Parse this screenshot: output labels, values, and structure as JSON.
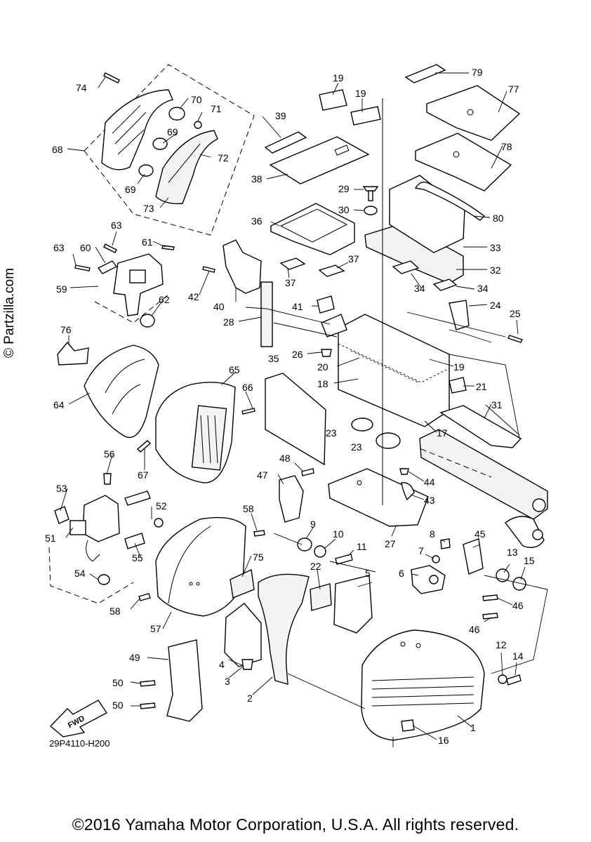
{
  "watermark": "© Partzilla.com",
  "fwd_label": "FWD",
  "ref_code": "29P4110-H200",
  "copyright": "©2016 Yamaha Motor Corporation, U.S.A. All rights reserved.",
  "callouts": {
    "c1": "1",
    "c2": "2",
    "c3": "3",
    "c4": "4",
    "c5": "5",
    "c6": "6",
    "c7": "7",
    "c8": "8",
    "c9": "9",
    "c10": "10",
    "c11": "11",
    "c12": "12",
    "c13": "13",
    "c14": "14",
    "c15": "15",
    "c16": "16",
    "c17": "17",
    "c18": "18",
    "c19a": "19",
    "c19b": "19",
    "c19c": "19",
    "c20": "20",
    "c21": "21",
    "c22": "22",
    "c23a": "23",
    "c23b": "23",
    "c24": "24",
    "c25": "25",
    "c26": "26",
    "c27": "27",
    "c28": "28",
    "c29": "29",
    "c30": "30",
    "c31": "31",
    "c32": "32",
    "c33": "33",
    "c34a": "34",
    "c34b": "34",
    "c35": "35",
    "c36": "36",
    "c37a": "37",
    "c37b": "37",
    "c38": "38",
    "c39": "39",
    "c40": "40",
    "c41": "41",
    "c42": "42",
    "c43": "43",
    "c44": "44",
    "c45": "45",
    "c46a": "46",
    "c46b": "46",
    "c47": "47",
    "c48": "48",
    "c49": "49",
    "c50a": "50",
    "c50b": "50",
    "c51": "51",
    "c52": "52",
    "c53": "53",
    "c54": "54",
    "c55": "55",
    "c56": "56",
    "c57": "57",
    "c58a": "58",
    "c58b": "58",
    "c59": "59",
    "c60": "60",
    "c61": "61",
    "c62": "62",
    "c63a": "63",
    "c63b": "63",
    "c64": "64",
    "c65": "65",
    "c66": "66",
    "c67": "67",
    "c68": "68",
    "c69a": "69",
    "c69b": "69",
    "c70": "70",
    "c71": "71",
    "c72": "72",
    "c73": "73",
    "c74": "74",
    "c75": "75",
    "c76": "76",
    "c77": "77",
    "c78": "78",
    "c79": "79",
    "c80": "80"
  }
}
